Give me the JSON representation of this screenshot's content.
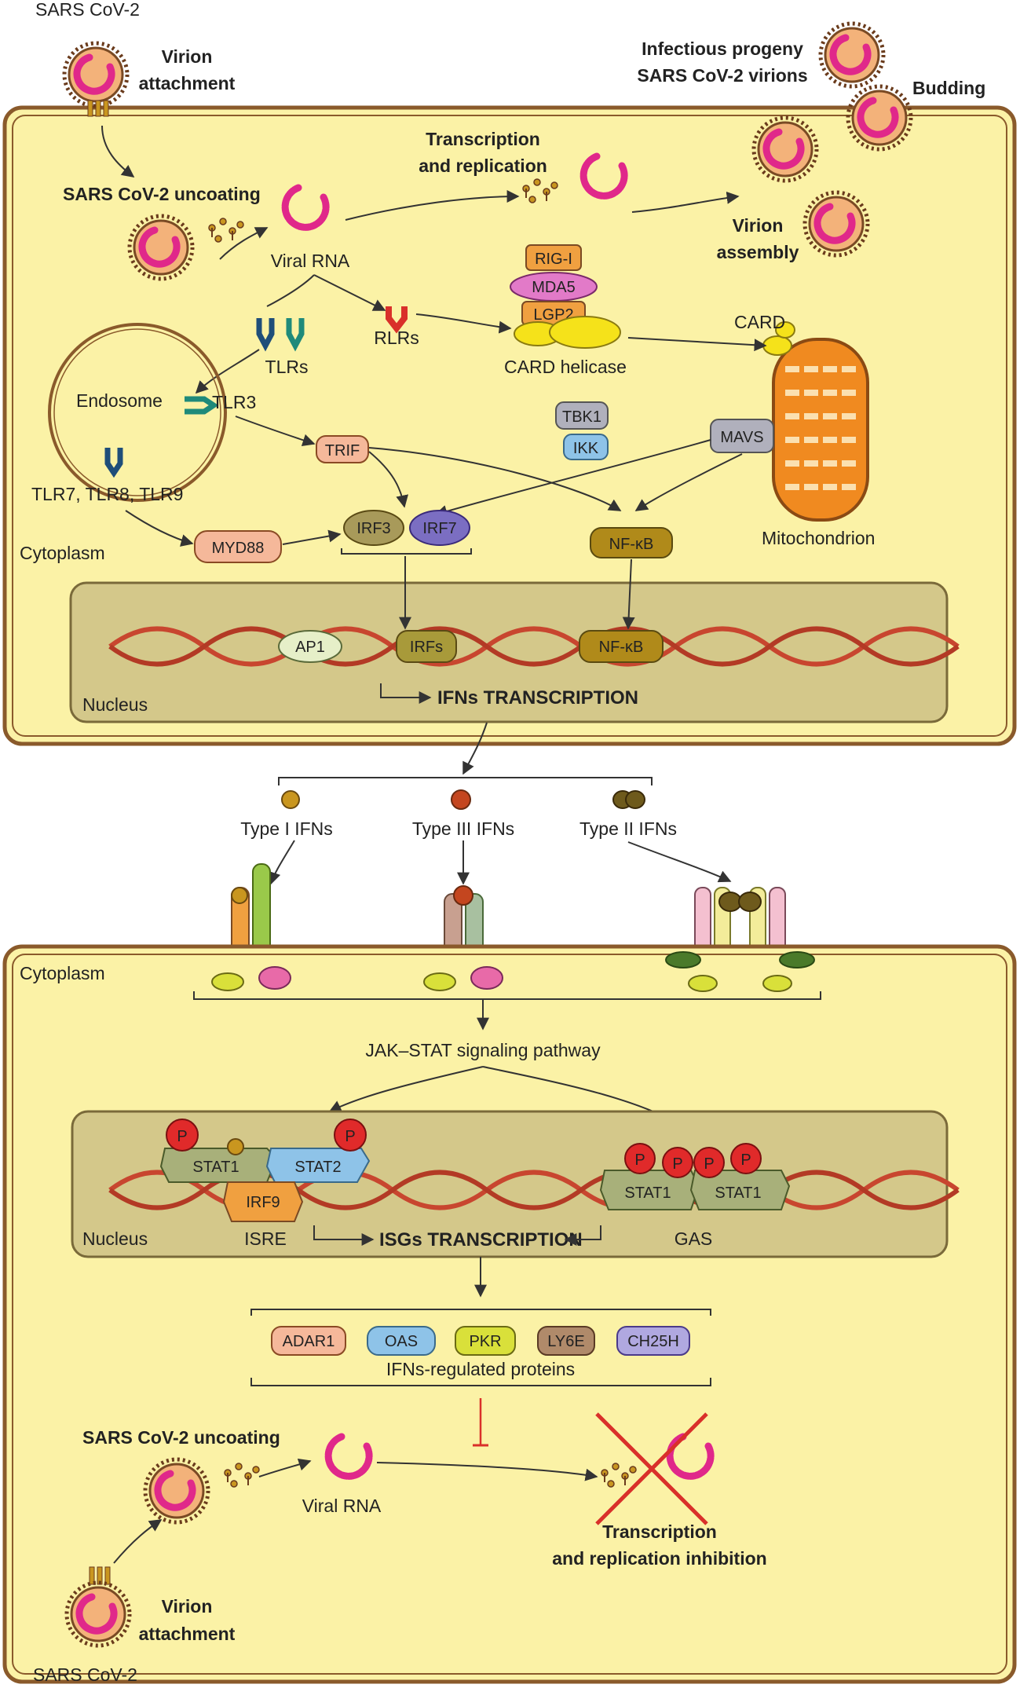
{
  "top_cell": {
    "virus_label": "SARS CoV-2",
    "attachment": [
      "Virion",
      "attachment"
    ],
    "progeny": [
      "Infectious progeny",
      "SARS CoV-2 virions"
    ],
    "budding": "Budding",
    "uncoating": "SARS CoV-2 uncoating",
    "transcription": [
      "Transcription",
      "and replication"
    ],
    "viral_rna": "Viral RNA",
    "assembly": [
      "Virion",
      "assembly"
    ],
    "rig1": "RIG-I",
    "mda5": "MDA5",
    "lgp2": "LGP2",
    "card_helicase": "CARD helicase",
    "card": "CARD",
    "tlrs": "TLRs",
    "rlrs": "RLRs",
    "endosome": "Endosome",
    "tlr3": "TLR3",
    "tlr789": "TLR7, TLR8, TLR9",
    "tbk1": "TBK1",
    "ikk": "IKK",
    "mavs": "MAVS",
    "trif": "TRIF",
    "irf3": "IRF3",
    "irf7": "IRF7",
    "nfkb": "NF-κB",
    "myd88": "MYD88",
    "cytoplasm": "Cytoplasm",
    "mitochondrion": "Mitochondrion",
    "ap1": "AP1",
    "irfs": "IRFs",
    "nfkb_dna": "NF-κB",
    "nucleus": "Nucleus",
    "ifn_transcription": "IFNs TRANSCRIPTION"
  },
  "ifns": {
    "type1": "Type I IFNs",
    "type3": "Type III IFNs",
    "type2": "Type II IFNs",
    "colors": {
      "type1": "#c9961f",
      "type3": "#c4461f",
      "type2": "#6e5a1c"
    }
  },
  "bottom_cell": {
    "cytoplasm": "Cytoplasm",
    "jak_stat": "JAK–STAT signaling pathway",
    "p": "P",
    "stat1": "STAT1",
    "stat2": "STAT2",
    "irf9": "IRF9",
    "nucleus": "Nucleus",
    "isre": "ISRE",
    "isg_transcription": "ISGs TRANSCRIPTION",
    "gas": "GAS",
    "proteins": [
      "ADAR1",
      "OAS",
      "PKR",
      "LY6E",
      "CH25H"
    ],
    "proteins_label": "IFNs-regulated proteins",
    "uncoating": "SARS CoV-2 uncoating",
    "viral_rna": "Viral RNA",
    "inhibition": [
      "Transcription",
      "and replication inhibition"
    ],
    "attachment": [
      "Virion",
      "attachment"
    ],
    "virus_label": "SARS CoV-2"
  },
  "colors": {
    "cell_fill": "#fbf2a6",
    "cell_border": "#8a5a2b",
    "nucleus_fill": "#d4c88a",
    "rna": "#e0288a",
    "virion": "#f3b27a",
    "dna": "#c8462f",
    "inhibit": "#d9302a"
  }
}
